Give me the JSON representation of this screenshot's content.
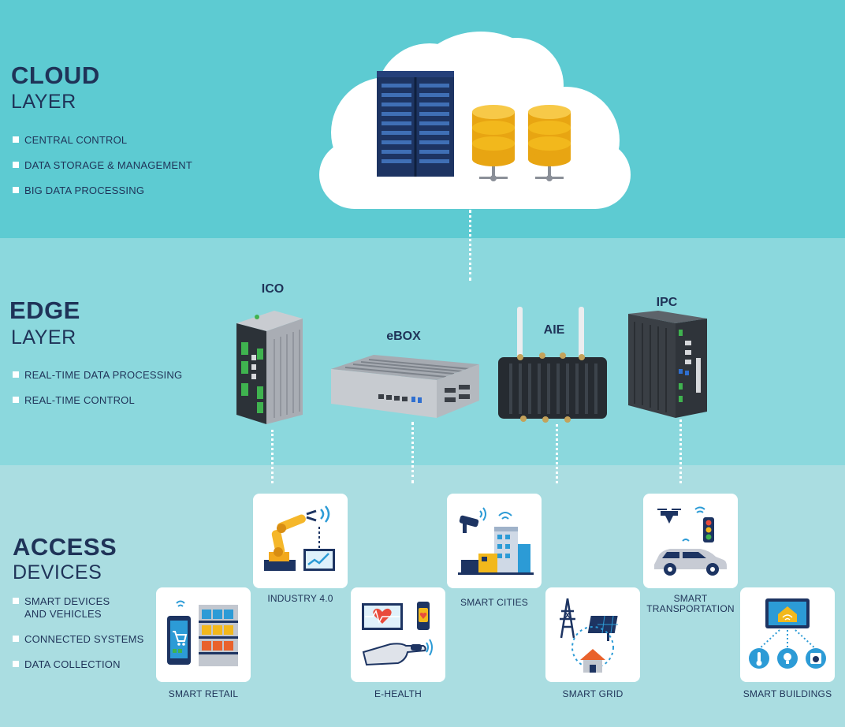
{
  "cloud": {
    "title": "CLOUD",
    "subtitle": "LAYER",
    "bullets": [
      "CENTRAL CONTROL",
      "DATA STORAGE & MANAGEMENT",
      "BIG DATA PROCESSING"
    ]
  },
  "edge": {
    "title": "EDGE",
    "subtitle": "LAYER",
    "bullets": [
      "REAL-TIME DATA PROCESSING",
      "REAL-TIME CONTROL"
    ],
    "devices": [
      "ICO",
      "eBOX",
      "AIE",
      "IPC"
    ]
  },
  "access": {
    "title": "ACCESS",
    "subtitle": "DEVICES",
    "bullets": [
      "SMART DEVICES\nAND VEHICLES",
      "CONNECTED SYSTEMS",
      "DATA COLLECTION"
    ],
    "cards": [
      "INDUSTRY 4.0",
      "SMART CITIES",
      "SMART\nTRANSPORTATION",
      "SMART RETAIL",
      "E-HEALTH",
      "SMART GRID",
      "SMART  BUILDINGS"
    ]
  },
  "colors": {
    "cloud_band": "#5dcbd2",
    "edge_band": "#8bd8dd",
    "access_band": "#aadde1",
    "text": "#1f3358",
    "accent_orange": "#f5a623",
    "accent_gold": "#f2b81c"
  }
}
